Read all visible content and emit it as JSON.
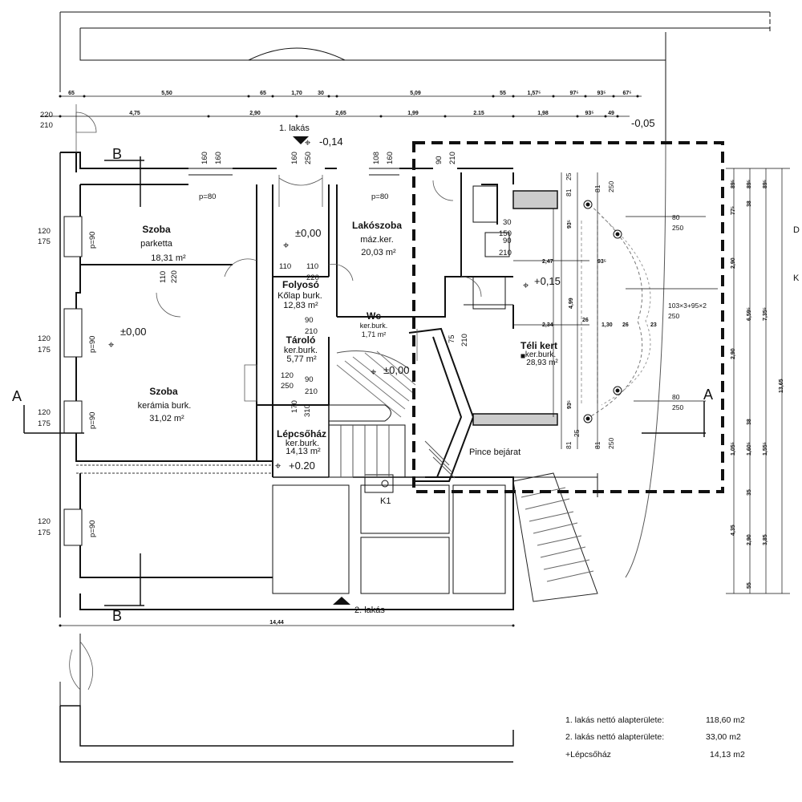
{
  "apartments": {
    "apt1_marker": "1. lakás",
    "apt2_marker": "2. lakás"
  },
  "sections": {
    "a": "A",
    "b": "B"
  },
  "rooms": [
    {
      "id": "szoba1",
      "name": "Szoba",
      "lines": [
        "parketta",
        "18,31 m²"
      ]
    },
    {
      "id": "lakoszoba",
      "name": "Lakószoba",
      "lines": [
        "máz.ker.",
        "20,03 m²"
      ]
    },
    {
      "id": "folyoso",
      "name": "Folyosó",
      "lines": [
        "Kőlap burk.",
        "12,83 m²"
      ]
    },
    {
      "id": "wc",
      "name": "Wc",
      "lines": [
        "ker.burk.",
        "1,71 m²"
      ]
    },
    {
      "id": "szoba2",
      "name": "Szoba",
      "lines": [
        "kerámia burk.",
        "31,02 m²"
      ]
    },
    {
      "id": "tarolo",
      "name": "Tároló",
      "lines": [
        "ker.burk.",
        "5,77 m²"
      ]
    },
    {
      "id": "lepcsohaz",
      "name": "Lépcsőház",
      "lines": [
        "ker.burk.",
        "14,13 m²"
      ]
    },
    {
      "id": "telikert",
      "name": "Téli kert",
      "lines": [
        "ker.burk.",
        "28,93 m²"
      ]
    }
  ],
  "levels": [
    "-0,14",
    "±0,00",
    "±0,00",
    "±0,00",
    "+0,15",
    "+0.20",
    "-0,05"
  ],
  "labels": {
    "pince": "Pince bejárat",
    "k1": "K1",
    "cutoff_d": "D",
    "cutoff_k": "K"
  },
  "top_dims_row1": [
    "65",
    "5,50",
    "65",
    "1,70",
    "30",
    "5,09",
    "55",
    "1,57⁵",
    "97⁵",
    "93⁵",
    "67⁵"
  ],
  "top_dims_row2": [
    "4,75",
    "2,90",
    "2,65",
    "1,99",
    "2.15",
    "1,98",
    "93⁵",
    "49"
  ],
  "left_openings": [
    [
      "220",
      "210"
    ],
    [
      "120",
      "175"
    ],
    [
      "120",
      "175"
    ],
    [
      "120",
      "175"
    ],
    [
      "120",
      "175"
    ]
  ],
  "door_p": [
    "p=90",
    "p=90",
    "p=90",
    "p=90",
    "p=80",
    "p=80"
  ],
  "window_top": [
    [
      "160",
      "160"
    ],
    [
      "160",
      "250"
    ],
    [
      "108",
      "160"
    ],
    [
      "90",
      "210"
    ]
  ],
  "misc_dims": [
    "110",
    "110",
    "110",
    "220",
    "220",
    "90",
    "210",
    "120",
    "250",
    "90",
    "210",
    "170",
    "310",
    "75",
    "210",
    "90",
    "30",
    "150",
    "210"
  ],
  "garden_dims": [
    "2,47",
    "93⁵",
    "4,99",
    "2,34",
    "26",
    "1,30",
    "26",
    "23",
    "80",
    "250",
    "103×3+95×2",
    "250",
    "80",
    "250",
    "81",
    "25",
    "81",
    "250",
    "81",
    "25",
    "81",
    "250",
    "93⁵",
    "93⁵"
  ],
  "right_dims": [
    "89⁵",
    "89⁵",
    "89⁵",
    "77⁵",
    "38",
    "2,90",
    "6,59⁵",
    "7,35⁵",
    "2,90",
    "13,65",
    "1,05⁵",
    "1,60⁵",
    "1,55⁵",
    "38",
    "35",
    "4,35",
    "2,90",
    "3,85",
    "55"
  ],
  "bottom_dim": "14,44",
  "summary": [
    {
      "label": "1. lakás nettó alapterülete:",
      "value": "118,60 m2"
    },
    {
      "label": "2. lakás nettó alapterülete:",
      "value": "33,00 m2"
    },
    {
      "label": "+Lépcsőház",
      "value": "14,13 m2"
    }
  ]
}
